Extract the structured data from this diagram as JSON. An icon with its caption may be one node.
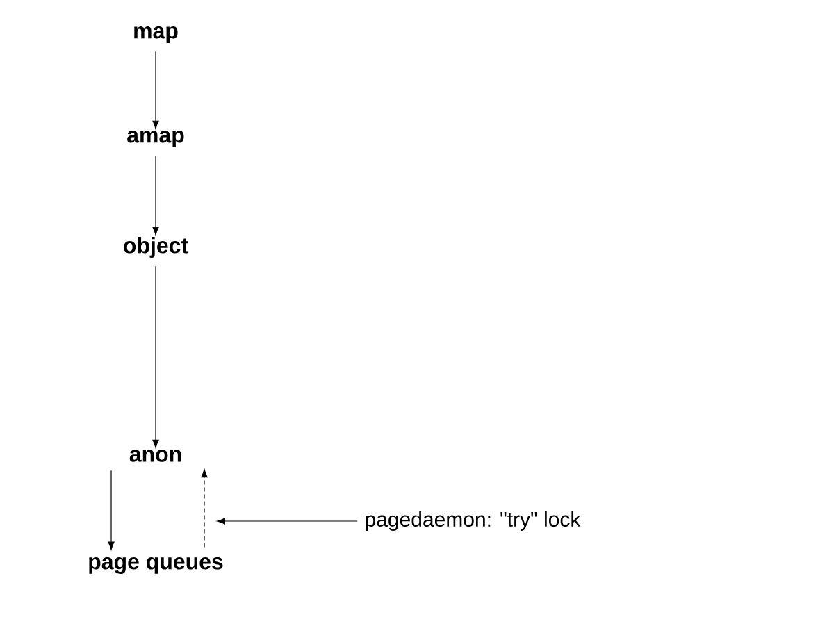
{
  "diagram": {
    "nodes": [
      {
        "text": [
          "map"
        ]
      },
      {
        "text": [
          "amap"
        ]
      },
      {
        "text": [
          "object"
        ]
      },
      {
        "text": [
          "anon"
        ]
      },
      {
        "text": [
          "page queues"
        ]
      },
      {
        "text": [
          "pagedaemon: \"try\" lock"
        ]
      }
    ],
    "edges": [
      {
        "from": 0,
        "to": 1,
        "arrow": "to"
      },
      {
        "from": 1,
        "to": 2,
        "arrow": "to"
      },
      {
        "from": 2,
        "to": 3,
        "arrow": "to"
      },
      {
        "from": 3,
        "to": 4,
        "arrow": "to"
      },
      {
        "from": 4,
        "to": 3,
        "arrow": "to",
        "style": "dashed"
      },
      {
        "from": 5,
        "to": null,
        "arrow": "to"
      }
    ]
  }
}
